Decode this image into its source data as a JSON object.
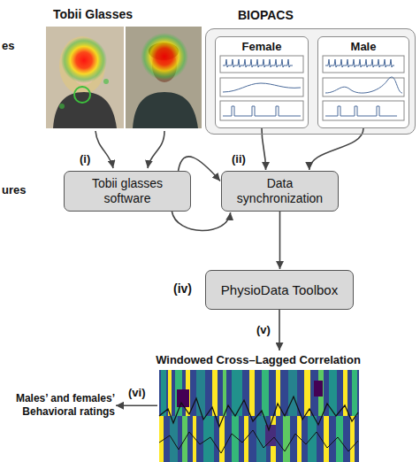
{
  "diagram": {
    "nodes": [
      {
        "text": [
          "BIOPACS"
        ]
      },
      {
        "text": [
          "Female"
        ],
        "in": 0
      },
      {
        "text": [
          "Male"
        ],
        "in": 0
      },
      {
        "text": [
          "Tobii glasses software"
        ]
      },
      {
        "text": [
          "Data synchronization"
        ]
      },
      {
        "text": [
          "PhysioData Toolbox"
        ]
      },
      {
        "text": [
          "Windowed Cross–Lagged Correlation"
        ]
      },
      {
        "text": [
          "Males’ and females’ Behavioral ratings"
        ]
      }
    ],
    "edges": [
      {
        "from": 1,
        "to": 4,
        "arrow": "to"
      },
      {
        "from": 2,
        "to": 4,
        "arrow": "to"
      },
      {
        "from": 3,
        "to": 4,
        "arrow": "to"
      },
      {
        "from": 3,
        "to": 4,
        "arrow": "to"
      },
      {
        "from": 4,
        "to": 5,
        "arrow": "to"
      },
      {
        "from": 5,
        "to": 6,
        "label": "(v)",
        "arrow": "to"
      },
      {
        "from": 6,
        "to": 7,
        "label": "(vi)",
        "arrow": "to"
      }
    ],
    "labels": [
      "es",
      "Tobii Glasses",
      "(i)",
      "(ii)",
      "ures",
      "(iv)"
    ]
  }
}
